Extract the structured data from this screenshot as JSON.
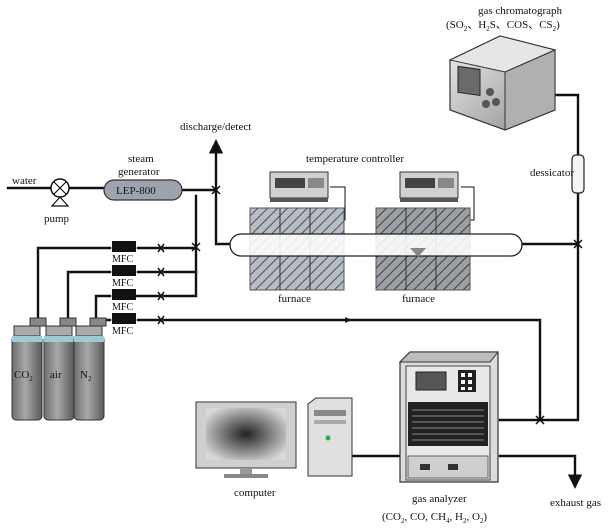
{
  "labels": {
    "gas_chromatograph": "gas chromatograph",
    "gc_species": [
      "SO",
      "2",
      "、H",
      "2",
      "S、COS、CS",
      "2"
    ],
    "discharge": "discharge/detect",
    "temperature_controller": "temperature  controller",
    "dessicator": "dessicator",
    "water": "water",
    "steam": "steam",
    "generator": "generator",
    "steam_model": "LEP-800",
    "pump": "pump",
    "mfc": "MFC",
    "furnace_left": "furnace",
    "furnace_right": "furnace",
    "cyl_co2": [
      "CO",
      "2"
    ],
    "cyl_air": "air",
    "cyl_n2": [
      "N",
      "2"
    ],
    "computer": "computer",
    "gas_analyzer": "gas analyzer",
    "analyzer_species": [
      "(CO",
      "2",
      ", CO, CH",
      "4",
      ", H",
      "2",
      ", O",
      "2",
      ")"
    ],
    "exhaust": "exhaust gas"
  }
}
